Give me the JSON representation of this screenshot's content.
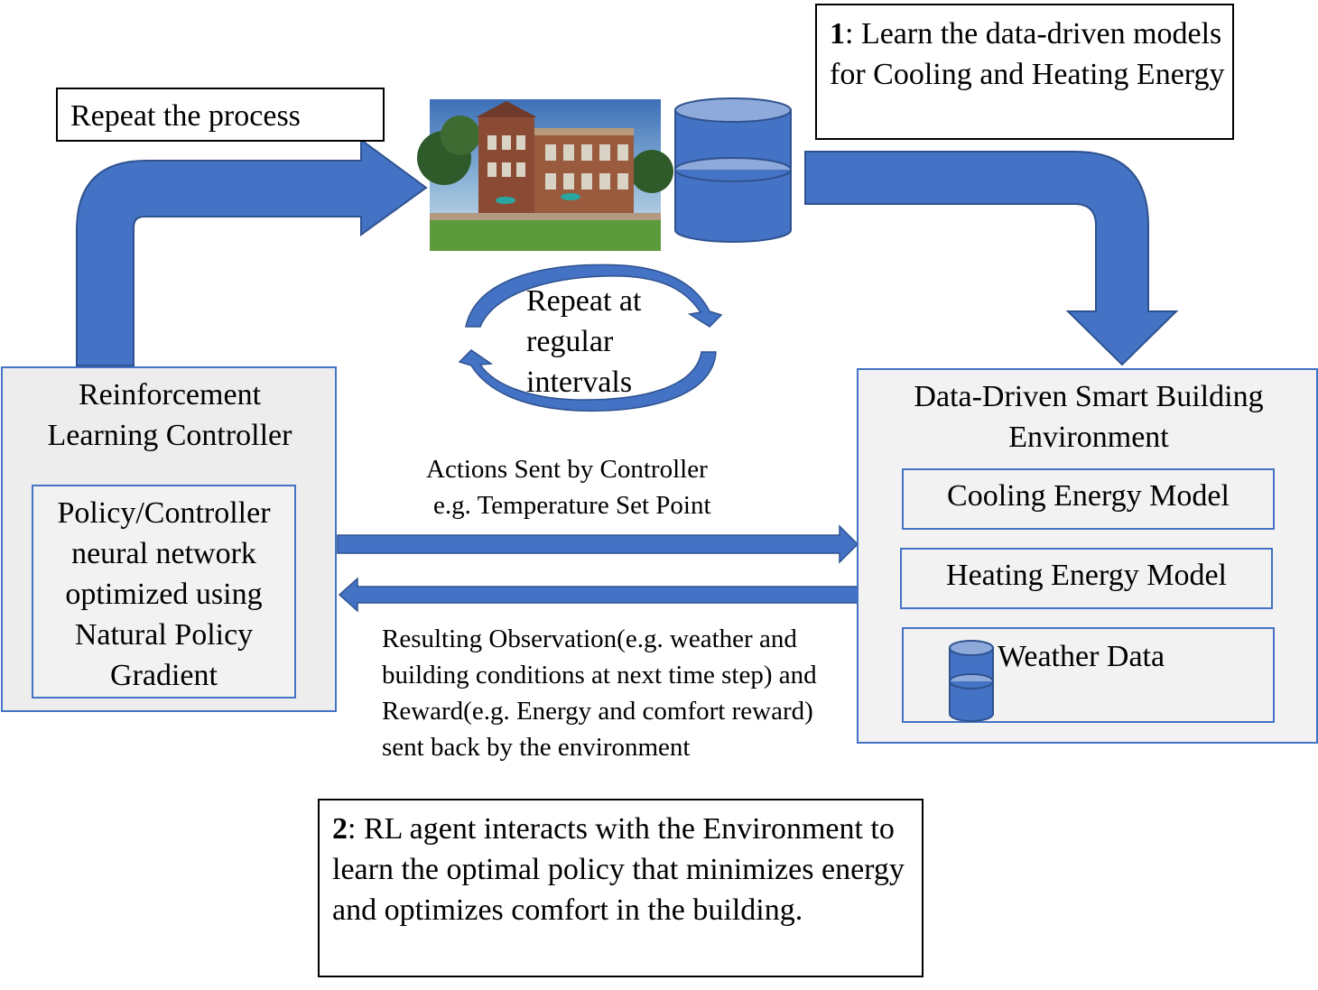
{
  "colors": {
    "arrow_fill": "#4472c4",
    "arrow_stroke": "#2f528f",
    "panel_border": "#4472c4",
    "panel_fill": "#ededed"
  },
  "repeat_box": {
    "text": "Repeat the process"
  },
  "step1": {
    "number": "1",
    "text": ": Learn the data-driven models for Cooling and Heating Energy"
  },
  "building_photo": {
    "icon": "building-photo"
  },
  "database": {
    "icon": "database-cylinder-icon"
  },
  "cycle": {
    "label": "Repeat at regular intervals"
  },
  "rl_controller": {
    "title": "Reinforcement Learning Controller",
    "policy": "Policy/Controller neural network optimized using Natural Policy Gradient"
  },
  "environment": {
    "title": "Data-Driven Smart Building Environment",
    "models": [
      "Cooling Energy Model",
      "Heating Energy Model"
    ],
    "weather": "Weather Data"
  },
  "actions_label": {
    "line1": "Actions Sent by Controller",
    "line2": "e.g. Temperature Set Point"
  },
  "observation_label": "Resulting Observation(e.g. weather and building conditions at next time step) and Reward(e.g. Energy and comfort reward) sent back by the environment",
  "step2": {
    "number": "2",
    "text": ": RL agent interacts with the Environment to learn the optimal policy that minimizes energy and optimizes comfort in the building."
  }
}
